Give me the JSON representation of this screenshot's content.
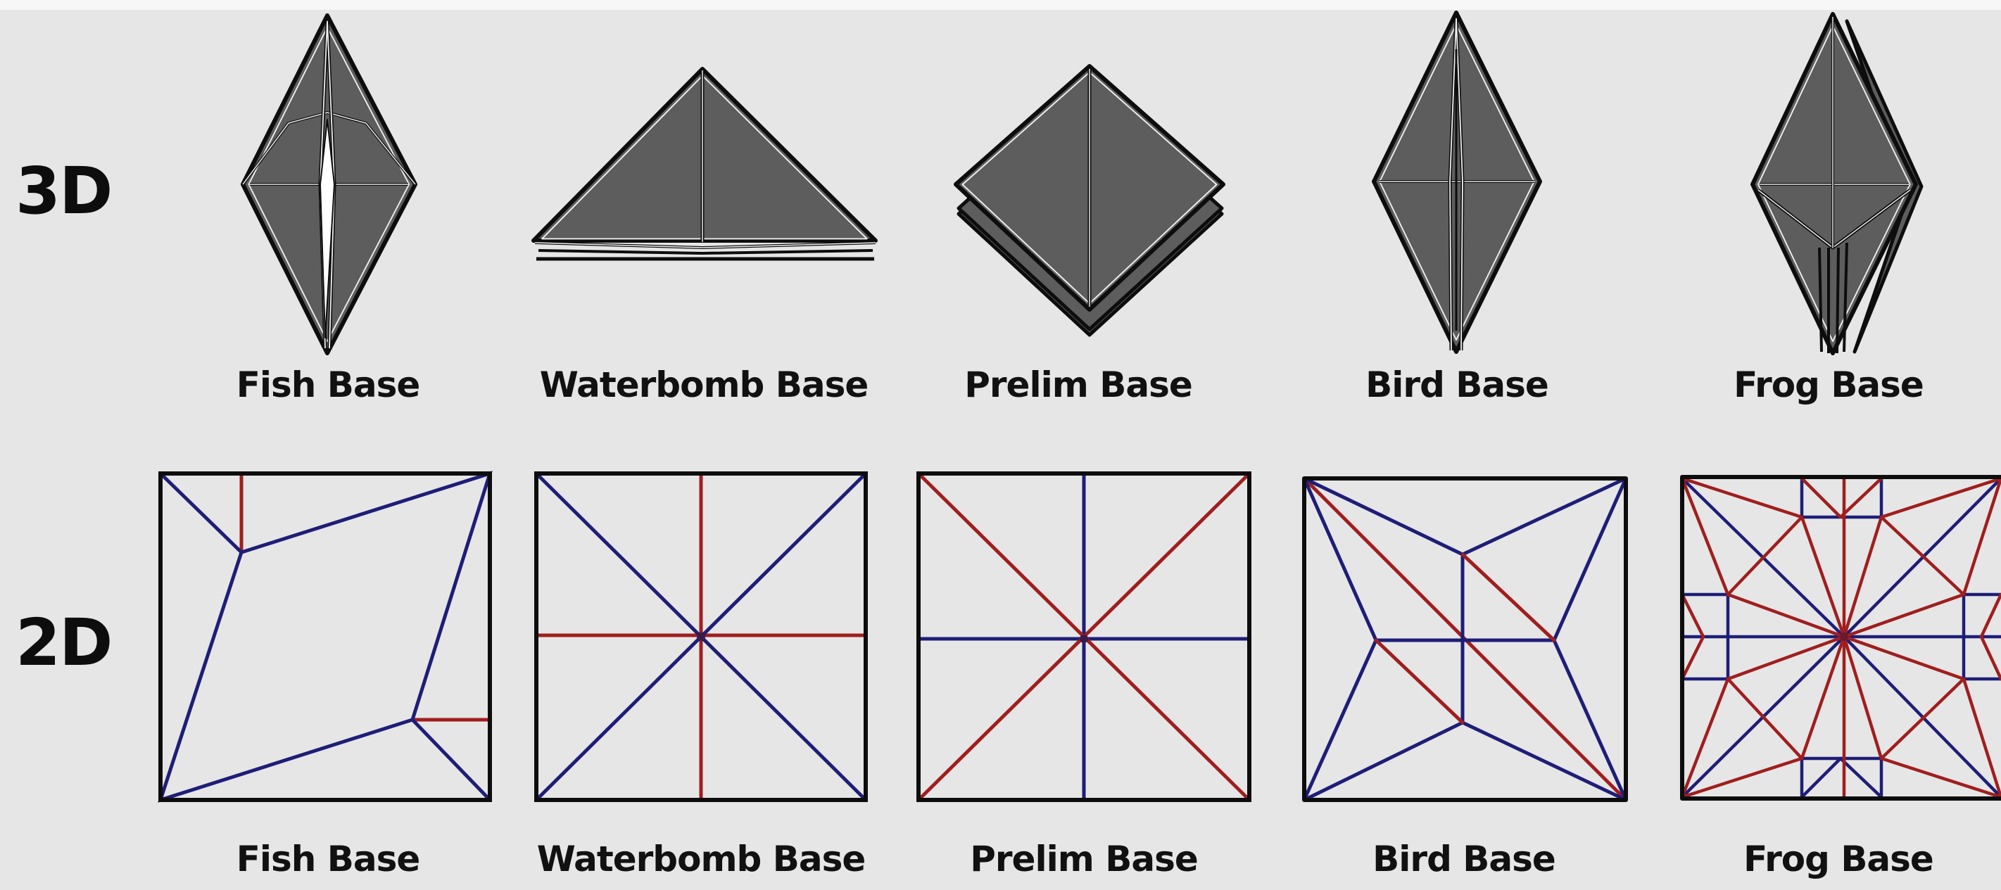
{
  "row_labels": {
    "three_d": "3D",
    "two_d": "2D"
  },
  "bases": [
    {
      "id": "fish",
      "label": "Fish Base"
    },
    {
      "id": "waterbomb",
      "label": "Waterbomb Base"
    },
    {
      "id": "prelim",
      "label": "Prelim Base"
    },
    {
      "id": "bird",
      "label": "Bird Base"
    },
    {
      "id": "frog",
      "label": "Frog Base"
    }
  ],
  "colors": {
    "background": "#e6e6e6",
    "model_fill": "#5d5d5d",
    "outline": "#0d0d0d",
    "mountain_fold": "#1e1e78",
    "valley_fold": "#a01e1e"
  }
}
